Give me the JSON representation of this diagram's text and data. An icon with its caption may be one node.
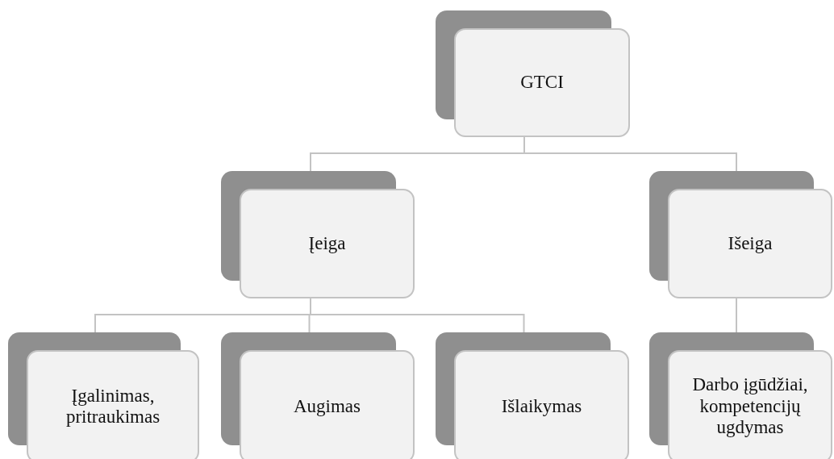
{
  "diagram": {
    "nodes": [
      {
        "text": [
          "GTCI"
        ]
      },
      {
        "text": [
          "Įeiga"
        ]
      },
      {
        "text": [
          "Išeiga"
        ]
      },
      {
        "text": [
          "Įgalinimas, pritraukimas"
        ]
      },
      {
        "text": [
          "Augimas"
        ]
      },
      {
        "text": [
          "Išlaikymas"
        ]
      },
      {
        "text": [
          "Darbo įgūdžiai, kompetencijų ugdymas"
        ]
      }
    ],
    "edges": [
      {
        "from": 0,
        "to": 1,
        "arrow": "none"
      },
      {
        "from": 0,
        "to": 2,
        "arrow": "none"
      },
      {
        "from": 1,
        "to": 3,
        "arrow": "none"
      },
      {
        "from": 1,
        "to": 4,
        "arrow": "none"
      },
      {
        "from": 1,
        "to": 5,
        "arrow": "none"
      },
      {
        "from": 2,
        "to": 6,
        "arrow": "none"
      }
    ]
  }
}
